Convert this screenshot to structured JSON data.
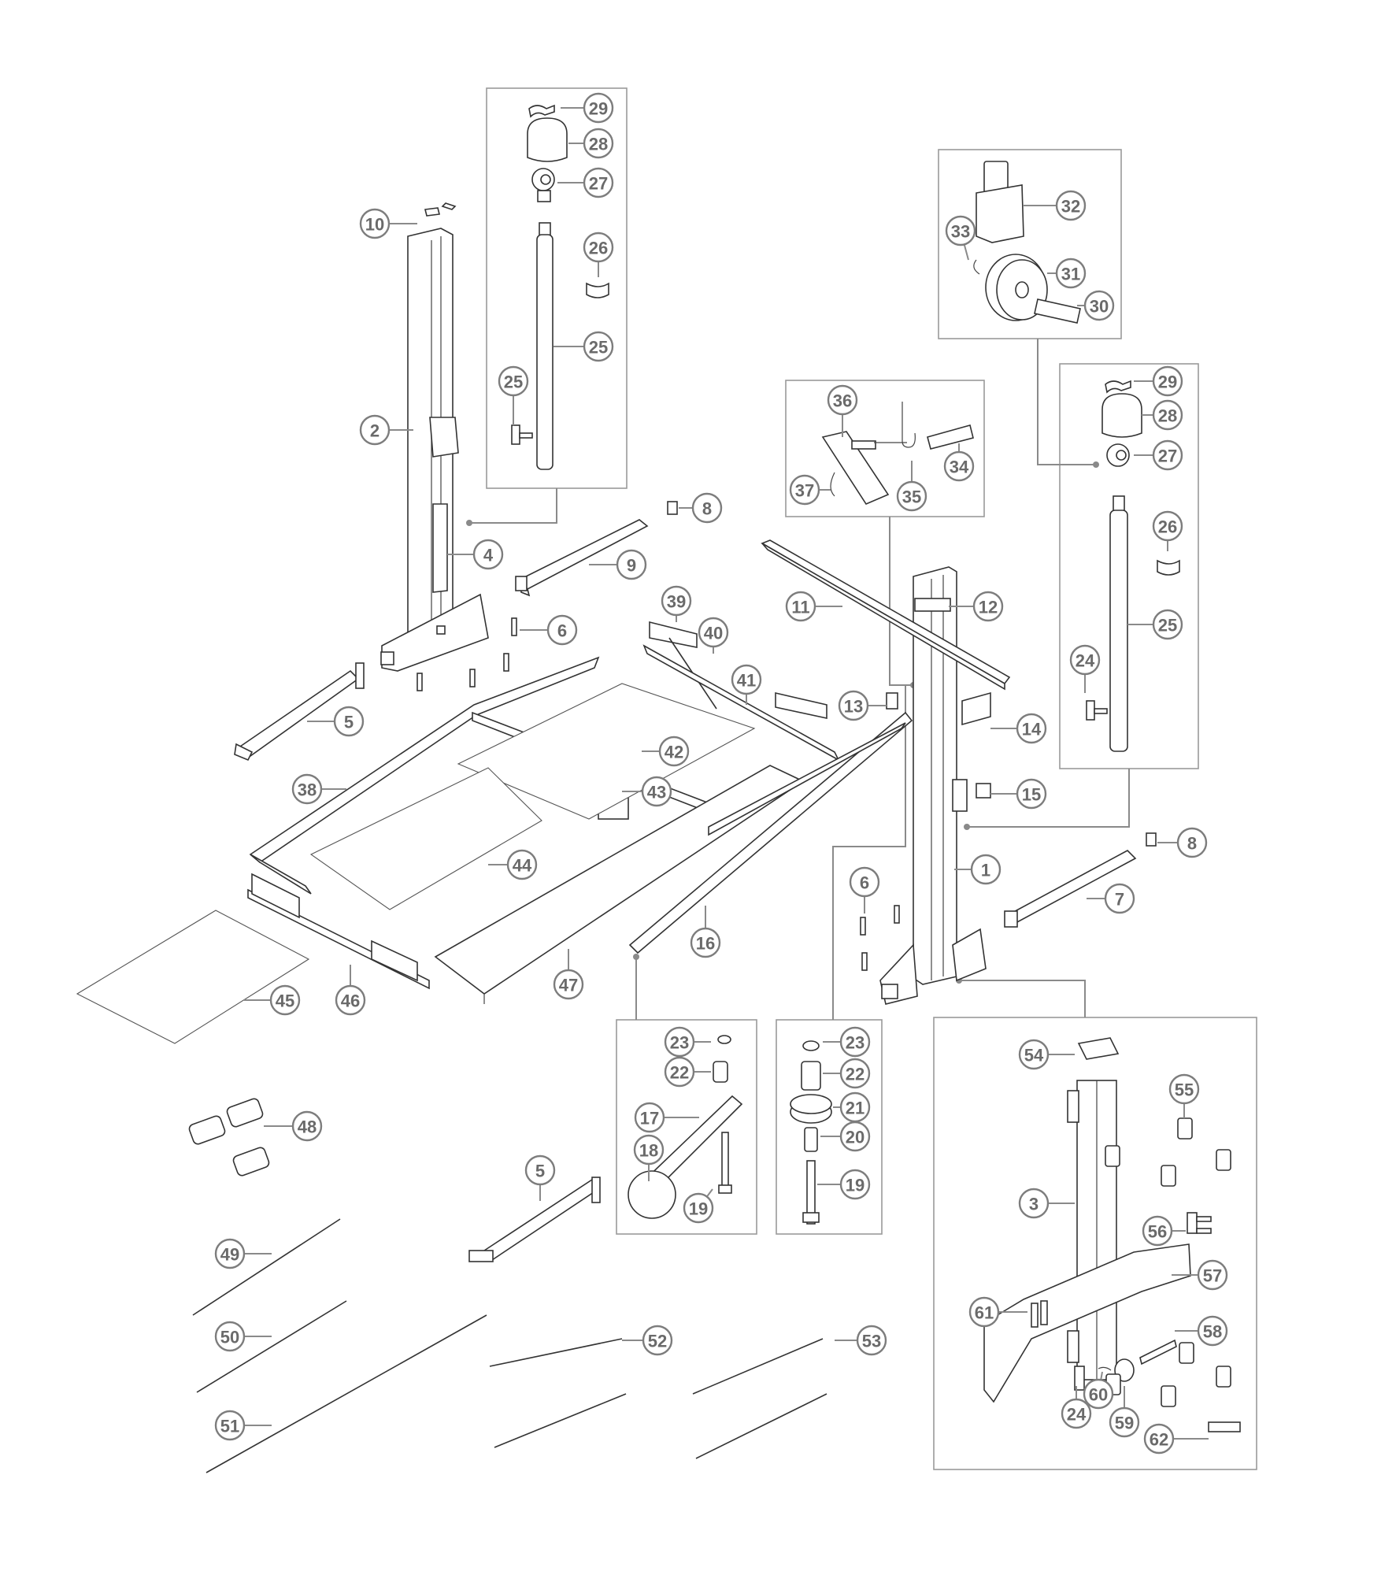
{
  "diagram": {
    "type": "exploded-parts-diagram",
    "subject": "two-post parking lift",
    "colors": {
      "line": "#333333",
      "callout": "#7d7d7d",
      "box": "#9a9a9a",
      "background": "#ffffff"
    },
    "detail_boxes": [
      {
        "id": "top-left-cylinder-box",
        "parts": [
          "29",
          "28",
          "27",
          "26",
          "25",
          "25"
        ]
      },
      {
        "id": "top-right-sheave-box",
        "parts": [
          "32",
          "33",
          "31",
          "30"
        ]
      },
      {
        "id": "lock-latch-box",
        "parts": [
          "36",
          "37",
          "35",
          "34"
        ]
      },
      {
        "id": "right-cylinder-box",
        "parts": [
          "29",
          "28",
          "27",
          "26",
          "25",
          "24"
        ]
      },
      {
        "id": "arm-pulley-box",
        "parts": [
          "23",
          "22",
          "17",
          "18",
          "19"
        ]
      },
      {
        "id": "sheave-stack-box",
        "parts": [
          "23",
          "22",
          "21",
          "20",
          "19"
        ]
      },
      {
        "id": "carriage-box",
        "parts": [
          "54",
          "55",
          "56",
          "57",
          "58",
          "3",
          "61",
          "24",
          "60",
          "59",
          "62"
        ]
      }
    ],
    "callouts": {
      "c1": "1",
      "c2": "2",
      "c3": "3",
      "c4": "4",
      "c5a": "5",
      "c5b": "5",
      "c6a": "6",
      "c6b": "6",
      "c7": "7",
      "c8a": "8",
      "c8b": "8",
      "c9": "9",
      "c10": "10",
      "c11": "11",
      "c12": "12",
      "c13": "13",
      "c14": "14",
      "c15": "15",
      "c16": "16",
      "c17": "17",
      "c18": "18",
      "c19a": "19",
      "c19b": "19",
      "c20": "20",
      "c21": "21",
      "c22a": "22",
      "c22b": "22",
      "c23a": "23",
      "c23b": "23",
      "c24a": "24",
      "c24b": "24",
      "c25a": "25",
      "c25b": "25",
      "c25c": "25",
      "c26a": "26",
      "c26b": "26",
      "c27a": "27",
      "c27b": "27",
      "c28a": "28",
      "c28b": "28",
      "c29a": "29",
      "c29b": "29",
      "c30": "30",
      "c31": "31",
      "c32": "32",
      "c33": "33",
      "c34": "34",
      "c35": "35",
      "c36": "36",
      "c37": "37",
      "c38": "38",
      "c39": "39",
      "c40": "40",
      "c41": "41",
      "c42": "42",
      "c43": "43",
      "c44": "44",
      "c45": "45",
      "c46": "46",
      "c47": "47",
      "c48": "48",
      "c49": "49",
      "c50": "50",
      "c51": "51",
      "c52": "52",
      "c53": "53",
      "c54": "54",
      "c55": "55",
      "c56": "56",
      "c57": "57",
      "c58": "58",
      "c59": "59",
      "c60": "60",
      "c61": "61",
      "c62": "62"
    }
  }
}
